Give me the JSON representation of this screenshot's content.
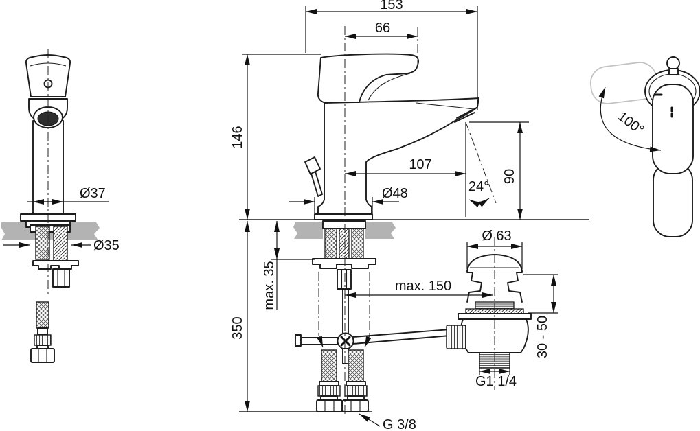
{
  "page": {
    "type": "technical-drawing",
    "subject": "single-lever basin mixer with pop-up waste, dimensional drawing",
    "background": "#ffffff"
  },
  "colors": {
    "line": "#1c1c1c",
    "dimension": "#141414",
    "counter_section_gray": "#b3b3b3",
    "ghost_outline_gray": "#c2c2c2",
    "aerator_dark": "#2e2e2e"
  },
  "dims": {
    "overall_depth": "153",
    "handle_reach": "66",
    "height_to_top": "146",
    "spout_reach": "107",
    "base_diameter": "Ø48",
    "spout_angle": "24°",
    "outlet_height": "90",
    "body_width": "Ø37",
    "hole_diameter": "Ø35",
    "waste_cap_diameter": "Ø 63",
    "rod_reach": "max. 150",
    "waste_adjust_range": "30 - 50",
    "waste_thread": "G1 1/4",
    "hose_length": "350",
    "deck_thickness": "max. 35",
    "supply_thread": "G 3/8",
    "handle_swivel": "100°"
  }
}
